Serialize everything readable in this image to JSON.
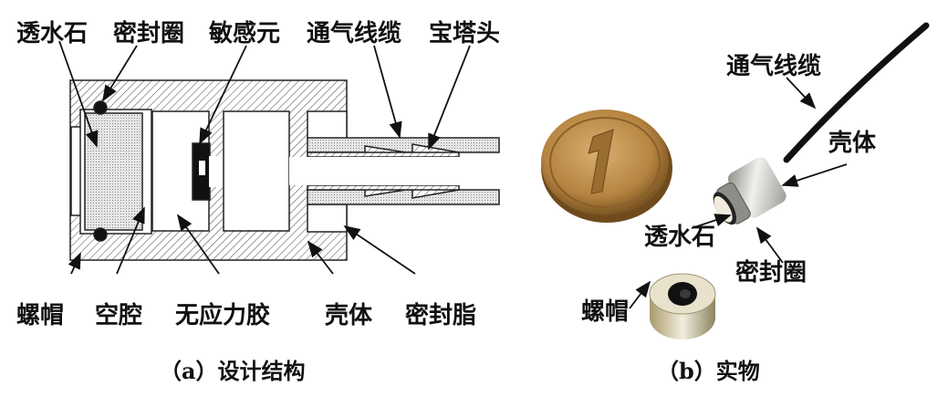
{
  "design": {
    "top_labels": [
      "透水石",
      "密封圈",
      "敏感元",
      "通气线缆",
      "宝塔头"
    ],
    "bottom_labels": [
      "螺帽",
      "空腔",
      "无应力胶",
      "壳体",
      "密封脂"
    ],
    "caption": "（a）设计结构"
  },
  "photo": {
    "labels": {
      "cable": "通气线缆",
      "shell": "壳体",
      "stone": "透水石",
      "seal": "密封圈",
      "nut": "螺帽"
    },
    "caption": "（b）实物"
  },
  "colors": {
    "hatch": "#333333",
    "stone": "#d8d8d8",
    "coin": "#b8894a",
    "metal": "#b9b9b4"
  }
}
